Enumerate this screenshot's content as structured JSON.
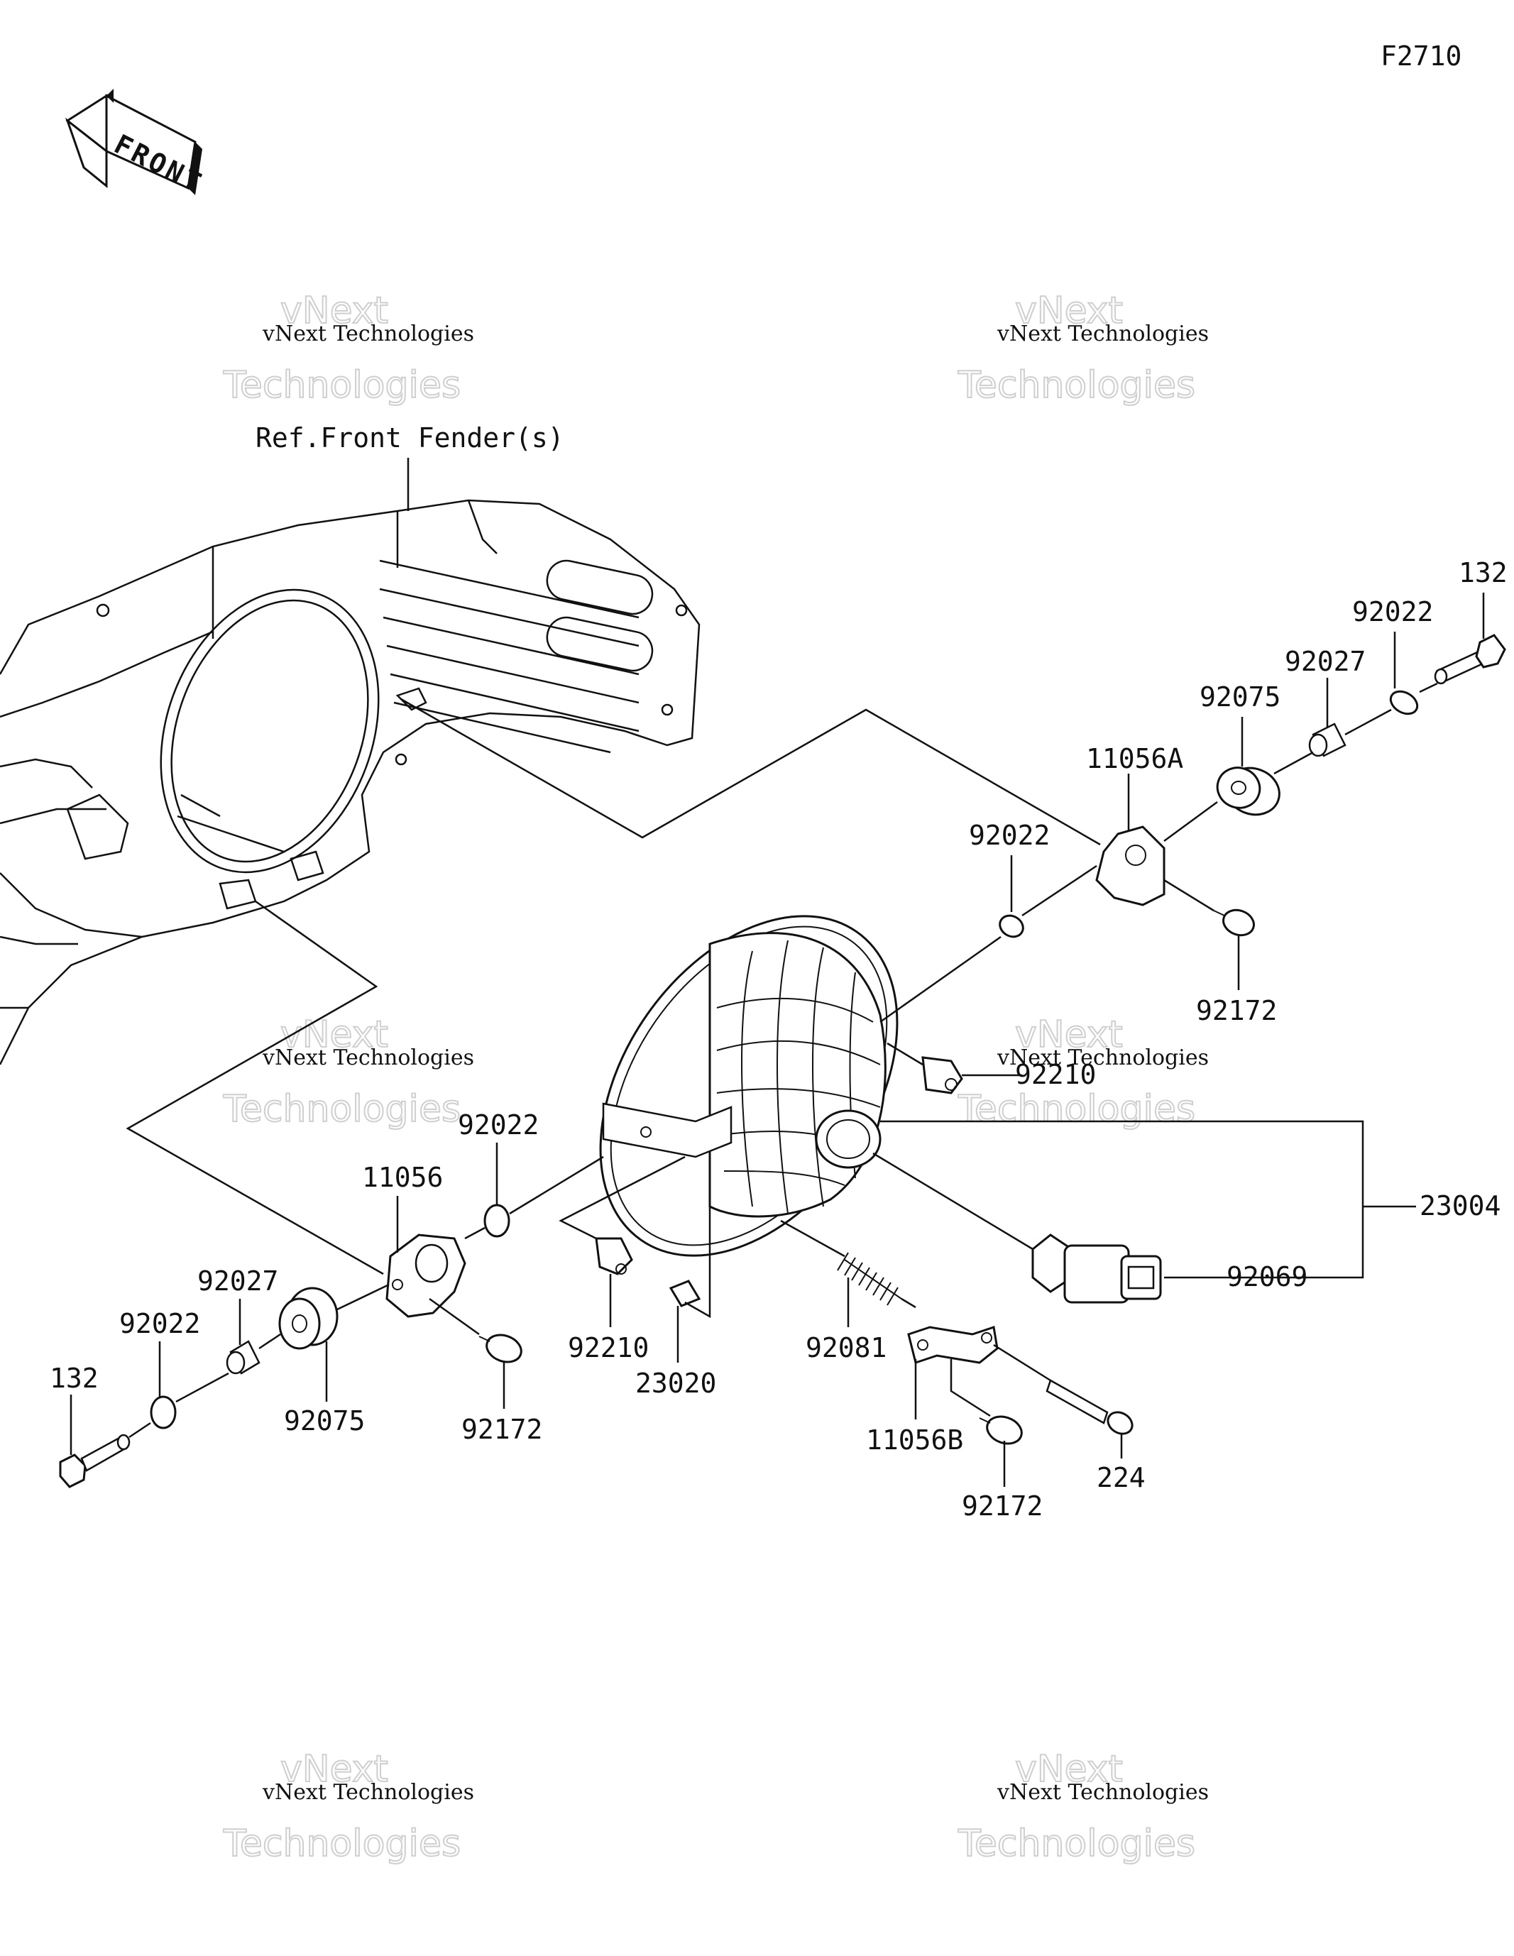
{
  "diagram": {
    "code": "F2710",
    "front_label": "FRONT",
    "reference_label": "Ref.Front Fender(s)",
    "watermark": {
      "line1": "vNext",
      "line2": "vNext Technologies",
      "line3": "Technologies"
    },
    "parts": {
      "headlight_assembly": "23004",
      "bulb": "92069",
      "clip_right": "92210",
      "clip_left": "92210",
      "nut": "23020",
      "spring": "92081",
      "bracket_lower": "11056B",
      "screw_lower": "92172",
      "bolt_lower": "224",
      "bracket_right": "11056A",
      "washer_right_inner": "92022",
      "grommet_right": "92075",
      "collar_right": "92027",
      "washer_right_outer": "92022",
      "bolt_right": "132",
      "screw_right": "92172",
      "bracket_left": "11056",
      "washer_left_inner": "92022",
      "grommet_left": "92075",
      "collar_left": "92027",
      "washer_left_outer": "92022",
      "bolt_left": "132",
      "screw_left": "92172"
    }
  }
}
